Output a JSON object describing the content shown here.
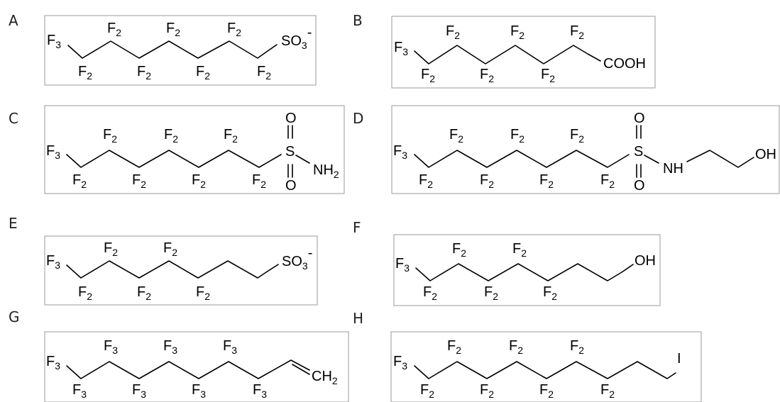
{
  "colors": {
    "background": "#ffffff",
    "bond": "#000000",
    "frame": "#9a9a9a",
    "letter": "#222222"
  },
  "structures": [
    {
      "id": "A",
      "letter": "A",
      "labels": [
        {
          "main": "F",
          "sub": "3",
          "sup": ""
        },
        {
          "main": "F",
          "sub": "2",
          "sup": ""
        },
        {
          "main": "F",
          "sub": "2",
          "sup": ""
        },
        {
          "main": "F",
          "sub": "2",
          "sup": ""
        },
        {
          "main": "F",
          "sub": "2",
          "sup": ""
        },
        {
          "main": "F",
          "sub": "2",
          "sup": ""
        },
        {
          "main": "F",
          "sub": "2",
          "sup": ""
        },
        {
          "main": "SO",
          "sub": "3",
          "sup": "-"
        }
      ]
    },
    {
      "id": "B",
      "letter": "B",
      "labels": [
        {
          "main": "F",
          "sub": "3",
          "sup": ""
        },
        {
          "main": "F",
          "sub": "2",
          "sup": ""
        },
        {
          "main": "F",
          "sub": "2",
          "sup": ""
        },
        {
          "main": "F",
          "sub": "2",
          "sup": ""
        },
        {
          "main": "F",
          "sub": "2",
          "sup": ""
        },
        {
          "main": "F",
          "sub": "2",
          "sup": ""
        },
        {
          "main": "F",
          "sub": "2",
          "sup": ""
        },
        {
          "main": "COOH",
          "sub": "",
          "sup": ""
        }
      ]
    },
    {
      "id": "C",
      "letter": "C",
      "labels": [
        {
          "main": "F",
          "sub": "3",
          "sup": ""
        },
        {
          "main": "F",
          "sub": "2",
          "sup": ""
        },
        {
          "main": "F",
          "sub": "2",
          "sup": ""
        },
        {
          "main": "F",
          "sub": "2",
          "sup": ""
        },
        {
          "main": "F",
          "sub": "2",
          "sup": ""
        },
        {
          "main": "F",
          "sub": "2",
          "sup": ""
        },
        {
          "main": "F",
          "sub": "2",
          "sup": ""
        },
        {
          "main": "F",
          "sub": "2",
          "sup": ""
        },
        {
          "main": "S",
          "sub": "",
          "sup": ""
        },
        {
          "main": "O",
          "sub": "",
          "sup": ""
        },
        {
          "main": "O",
          "sub": "",
          "sup": ""
        },
        {
          "main": "NH",
          "sub": "2",
          "sup": ""
        }
      ]
    },
    {
      "id": "D",
      "letter": "D",
      "labels": [
        {
          "main": "F",
          "sub": "3",
          "sup": ""
        },
        {
          "main": "F",
          "sub": "2",
          "sup": ""
        },
        {
          "main": "F",
          "sub": "2",
          "sup": ""
        },
        {
          "main": "F",
          "sub": "2",
          "sup": ""
        },
        {
          "main": "F",
          "sub": "2",
          "sup": ""
        },
        {
          "main": "F",
          "sub": "2",
          "sup": ""
        },
        {
          "main": "F",
          "sub": "2",
          "sup": ""
        },
        {
          "main": "F",
          "sub": "2",
          "sup": ""
        },
        {
          "main": "S",
          "sub": "",
          "sup": ""
        },
        {
          "main": "O",
          "sub": "",
          "sup": ""
        },
        {
          "main": "O",
          "sub": "",
          "sup": ""
        },
        {
          "main": "NH",
          "sub": "",
          "sup": ""
        },
        {
          "main": "OH",
          "sub": "",
          "sup": ""
        }
      ]
    },
    {
      "id": "E",
      "letter": "E",
      "labels": [
        {
          "main": "F",
          "sub": "3",
          "sup": ""
        },
        {
          "main": "F",
          "sub": "2",
          "sup": ""
        },
        {
          "main": "F",
          "sub": "2",
          "sup": ""
        },
        {
          "main": "F",
          "sub": "2",
          "sup": ""
        },
        {
          "main": "F",
          "sub": "2",
          "sup": ""
        },
        {
          "main": "F",
          "sub": "2",
          "sup": ""
        },
        {
          "main": "SO",
          "sub": "3",
          "sup": "-"
        }
      ]
    },
    {
      "id": "F",
      "letter": "F",
      "labels": [
        {
          "main": "F",
          "sub": "3",
          "sup": ""
        },
        {
          "main": "F",
          "sub": "2",
          "sup": ""
        },
        {
          "main": "F",
          "sub": "2",
          "sup": ""
        },
        {
          "main": "F",
          "sub": "2",
          "sup": ""
        },
        {
          "main": "F",
          "sub": "2",
          "sup": ""
        },
        {
          "main": "F",
          "sub": "2",
          "sup": ""
        },
        {
          "main": "OH",
          "sub": "",
          "sup": ""
        }
      ]
    },
    {
      "id": "G",
      "letter": "G",
      "labels": [
        {
          "main": "F",
          "sub": "3",
          "sup": ""
        },
        {
          "main": "F",
          "sub": "3",
          "sup": ""
        },
        {
          "main": "F",
          "sub": "3",
          "sup": ""
        },
        {
          "main": "F",
          "sub": "3",
          "sup": ""
        },
        {
          "main": "F",
          "sub": "3",
          "sup": ""
        },
        {
          "main": "F",
          "sub": "3",
          "sup": ""
        },
        {
          "main": "F",
          "sub": "3",
          "sup": ""
        },
        {
          "main": "F",
          "sub": "3",
          "sup": ""
        },
        {
          "main": "CH",
          "sub": "2",
          "sup": ""
        }
      ]
    },
    {
      "id": "H",
      "letter": "H",
      "labels": [
        {
          "main": "F",
          "sub": "3",
          "sup": ""
        },
        {
          "main": "F",
          "sub": "2",
          "sup": ""
        },
        {
          "main": "F",
          "sub": "2",
          "sup": ""
        },
        {
          "main": "F",
          "sub": "2",
          "sup": ""
        },
        {
          "main": "F",
          "sub": "2",
          "sup": ""
        },
        {
          "main": "F",
          "sub": "2",
          "sup": ""
        },
        {
          "main": "F",
          "sub": "2",
          "sup": ""
        },
        {
          "main": "F",
          "sub": "2",
          "sup": ""
        },
        {
          "main": "I",
          "sub": "",
          "sup": ""
        }
      ]
    }
  ]
}
